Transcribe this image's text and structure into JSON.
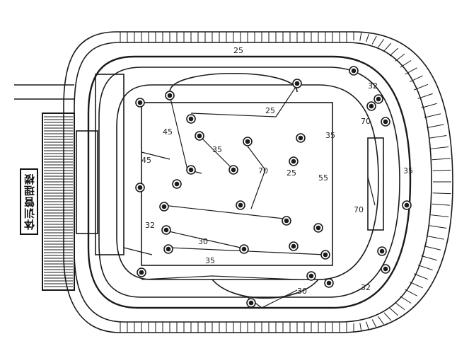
{
  "building": {
    "sign_text": "体训管理楼"
  },
  "labels": {
    "l1": "25",
    "l2": "45",
    "l3": "35",
    "l4": "45",
    "l5": "25",
    "l6": "70",
    "l7": "55",
    "l8": "70",
    "l9": "32",
    "l10": "30",
    "l11": "35",
    "l12": "30",
    "l13": "32",
    "l14": "70",
    "l15": "35",
    "l16": "35",
    "l17": "25",
    "l18": "32"
  },
  "colors": {
    "ink": "#1a1a1a",
    "paper": "#ffffff"
  }
}
